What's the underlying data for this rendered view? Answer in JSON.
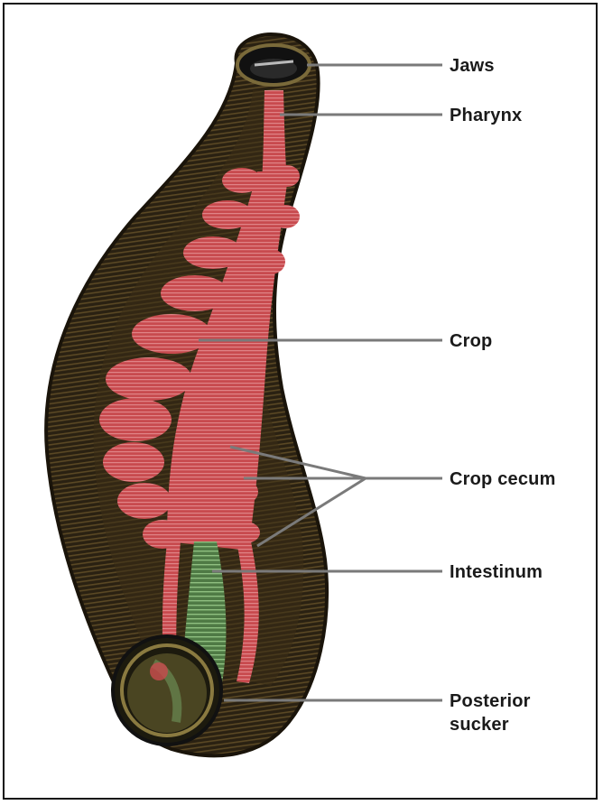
{
  "labels": {
    "jaws": "Jaws",
    "pharynx": "Pharynx",
    "crop": "Crop",
    "crop_cecum": "Crop cecum",
    "intestinum": "Intestinum",
    "posterior_sucker_line1": "Posterior",
    "posterior_sucker_line2": "sucker"
  },
  "colors": {
    "body": "#2a2112",
    "body_stripe": "#4a3a1c",
    "body_rim": "#6a5a2a",
    "crop": "#c84a4e",
    "crop_light": "#d98083",
    "intestine": "#5e8a52",
    "sucker": "#3c3a1e",
    "leader_line": "#7a7a7a"
  }
}
